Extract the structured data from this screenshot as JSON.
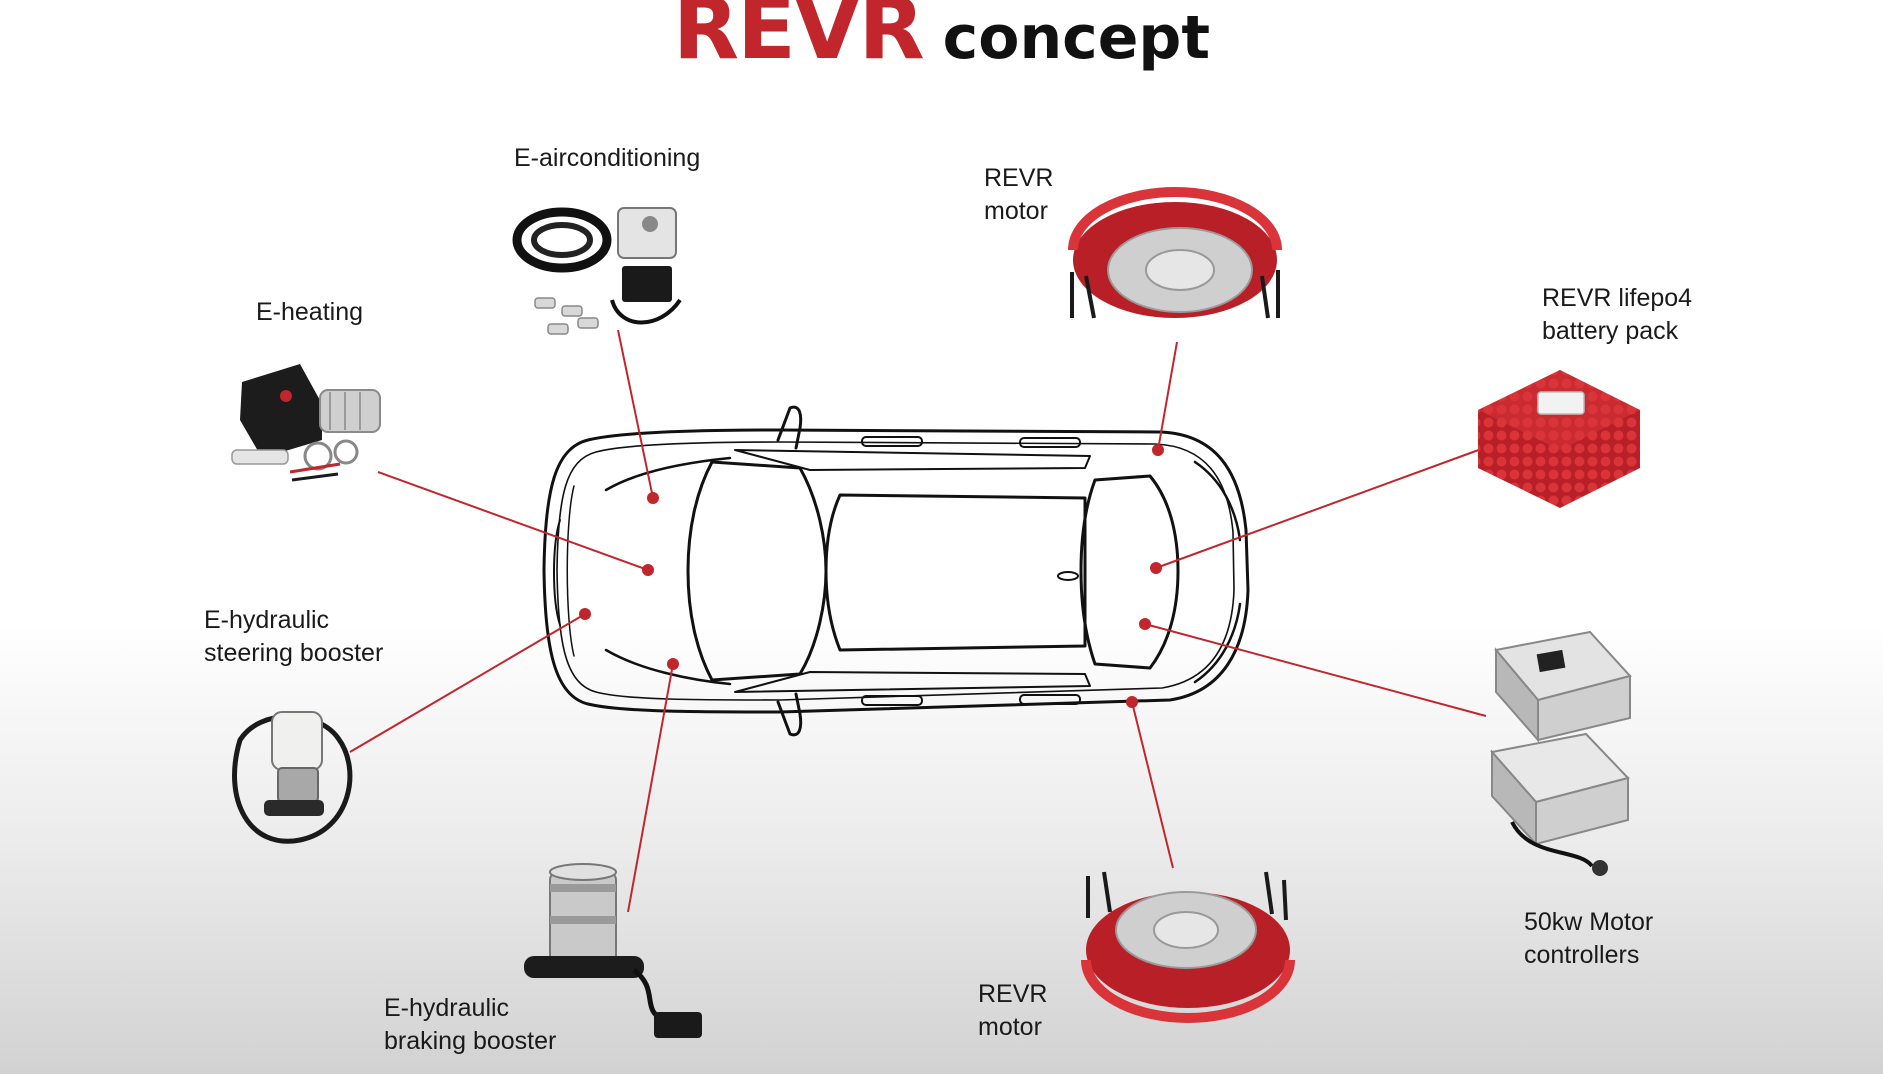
{
  "title": {
    "brand": "REVR",
    "word": "concept"
  },
  "accent_color": "#c0262c",
  "components": {
    "e_airconditioning": {
      "line1": "E-airconditioning",
      "icon": "air-conditioning-unit-icon"
    },
    "e_heating": {
      "line1": "E-heating",
      "icon": "heater-unit-icon"
    },
    "e_hydraulic_steering": {
      "line1": "E-hydraulic",
      "line2": "steering booster",
      "icon": "steering-pump-icon"
    },
    "e_hydraulic_braking": {
      "line1": "E-hydraulic",
      "line2": "braking booster",
      "icon": "brake-pump-icon"
    },
    "revr_motor_top": {
      "line1": "REVR",
      "line2": "motor",
      "icon": "hub-motor-icon"
    },
    "revr_motor_bottom": {
      "line1": "REVR",
      "line2": "motor",
      "icon": "hub-motor-icon"
    },
    "battery_pack": {
      "line1": "REVR lifepo4",
      "line2": "battery pack",
      "icon": "battery-pack-icon"
    },
    "motor_controllers": {
      "line1": "50kw Motor",
      "line2": "controllers",
      "icon": "motor-controller-icon"
    }
  }
}
